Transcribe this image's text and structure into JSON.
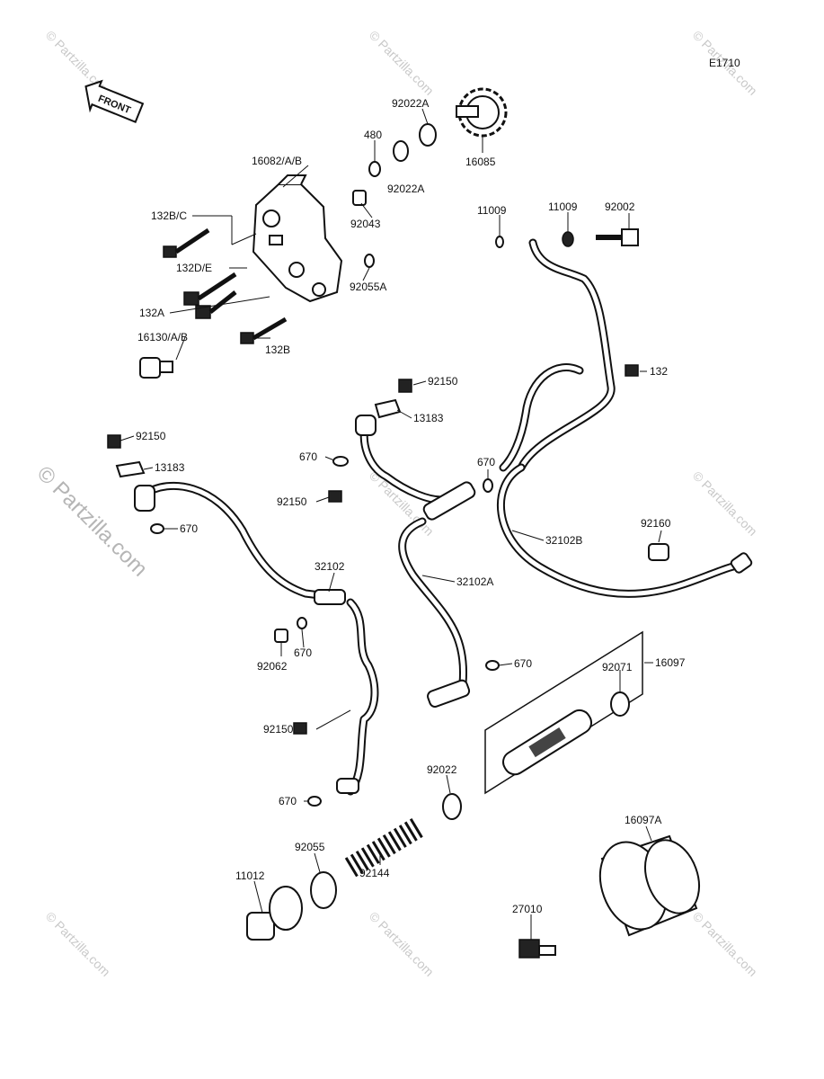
{
  "diagram_code": "E1710",
  "front_label": "FRONT",
  "watermark_main": "© Partzilla.com",
  "watermark_small": "© Partzilla.com",
  "labels": {
    "p16082": "16082/A/B",
    "p480": "480",
    "p92022A_1": "92022A",
    "p92022A_2": "92022A",
    "p16085": "16085",
    "p132BC": "132B/C",
    "p92043": "92043",
    "p132DE": "132D/E",
    "p92055A": "92055A",
    "p132A": "132A",
    "p16130": "16130/A/B",
    "p132B": "132B",
    "p11009_1": "11009",
    "p11009_2": "11009",
    "p92002": "92002",
    "p132": "132",
    "p92150_1": "92150",
    "p13183_1": "13183",
    "p92150_2": "92150",
    "p13183_2": "13183",
    "p670_1": "670",
    "p670_2": "670",
    "p92150_3": "92150",
    "p670_3": "670",
    "p32102": "32102",
    "p32102A": "32102A",
    "p32102B": "32102B",
    "p92160": "92160",
    "p670_4": "670",
    "p92062": "92062",
    "p670_5": "670",
    "p16097": "16097",
    "p92071": "92071",
    "p92150_4": "92150",
    "p92022": "92022",
    "p670_6": "670",
    "p92055": "92055",
    "p92144": "92144",
    "p16097A": "16097A",
    "p11012": "11012",
    "p27010": "27010"
  }
}
